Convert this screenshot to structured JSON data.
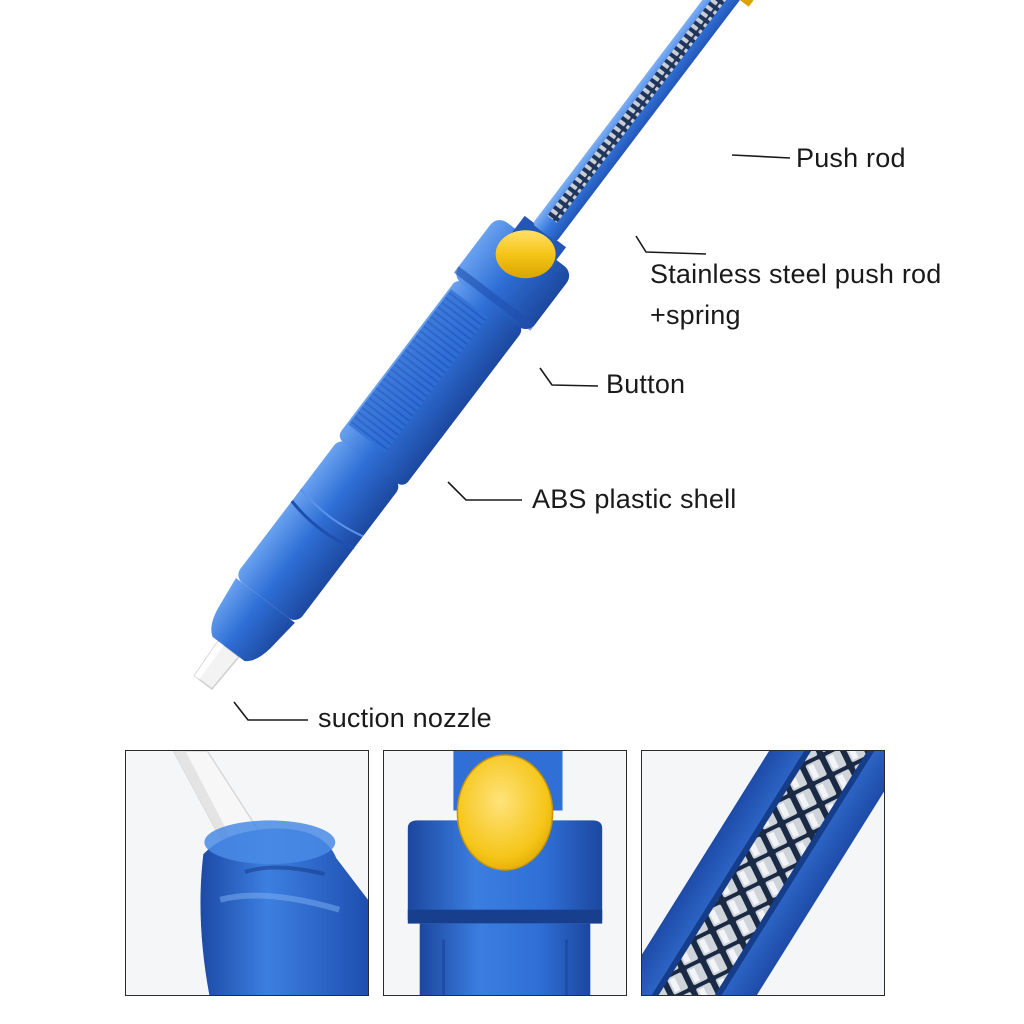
{
  "callouts": {
    "push_rod": "Push rod",
    "steel_rod_line1": "Stainless steel push rod",
    "steel_rod_line2": "+spring",
    "button": "Button",
    "shell": "ABS plastic shell",
    "nozzle": "suction nozzle"
  },
  "colors": {
    "body_blue": "#2f6fd6",
    "body_dark": "#1f4fae",
    "body_light": "#5b93ea",
    "cap_yellow": "#f5c518",
    "nozzle_white": "#f2f2f2",
    "line": "#1a1a1a"
  },
  "detail_views": [
    {
      "name": "nozzle-closeup"
    },
    {
      "name": "button-closeup"
    },
    {
      "name": "spring-closeup"
    }
  ]
}
